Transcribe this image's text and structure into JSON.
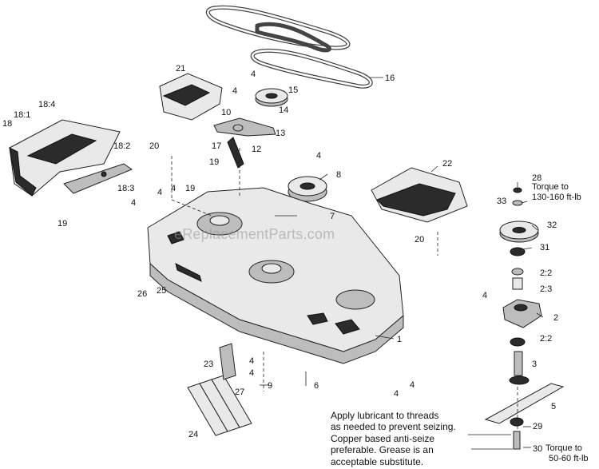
{
  "watermark": "eReplacementParts.com",
  "note": {
    "lines": [
      "Apply lubricant to threads",
      "as needed to prevent seizing.",
      "Copper  based anti-seize",
      "preferable. Grease is an",
      "acceptable substitute."
    ]
  },
  "torque": {
    "part28_lines": [
      "Torque to",
      "130-160 ft-lb"
    ],
    "part30_text": "Torque to",
    "part30_value": "50-60 ft-lb"
  },
  "callouts": {
    "c1": "1",
    "c2": "2",
    "c2_2a": "2:2",
    "c2_2b": "2:2",
    "c2_3": "2:3",
    "c3": "3",
    "c4a": "4",
    "c4b": "4",
    "c4c": "4",
    "c4d": "4",
    "c4e": "4",
    "c4f": "4",
    "c4g": "4",
    "c4h": "4",
    "c4i": "4",
    "c4j": "4",
    "c4k": "4",
    "c5": "5",
    "c6": "6",
    "c7": "7",
    "c8": "8",
    "c9": "9",
    "c10": "10",
    "c12": "12",
    "c13": "13",
    "c14": "14",
    "c15": "15",
    "c16": "16",
    "c17": "17",
    "c18": "18",
    "c18_1": "18:1",
    "c18_2": "18:2",
    "c18_3": "18:3",
    "c18_4": "18:4",
    "c19a": "19",
    "c19b": "19",
    "c19c": "19",
    "c20a": "20",
    "c20b": "20",
    "c21": "21",
    "c22": "22",
    "c23": "23",
    "c24": "24",
    "c25": "25",
    "c26": "26",
    "c27": "27",
    "c28": "28",
    "c29": "29",
    "c30": "30",
    "c31": "31",
    "c32": "32",
    "c33": "33"
  }
}
